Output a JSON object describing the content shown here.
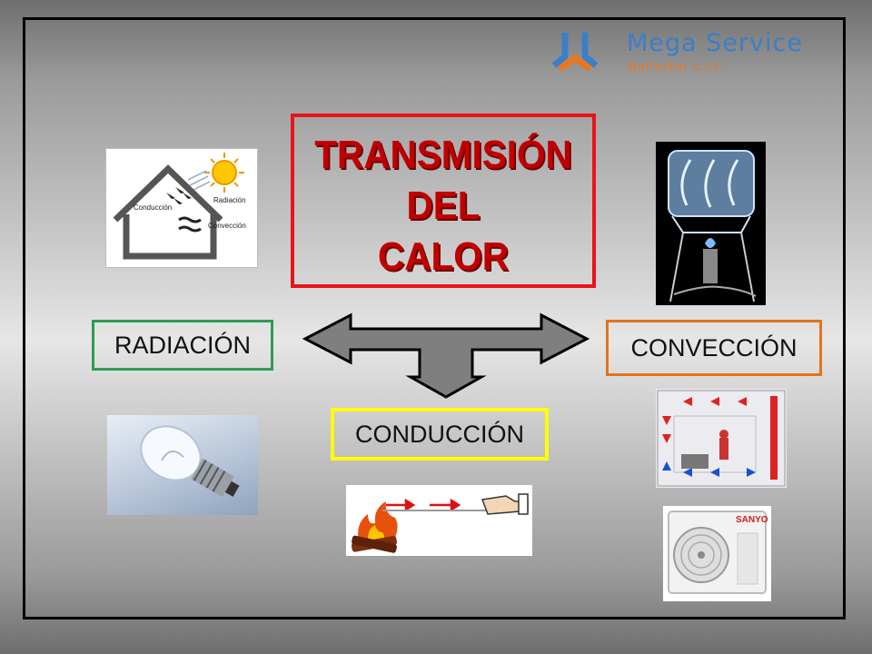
{
  "logo": {
    "name": "Mega Service",
    "sub": "Ballester s.r.l."
  },
  "title": {
    "line1": "TRANSMISIÓN",
    "line2": "DEL",
    "line3": "CALOR"
  },
  "modes": {
    "radiacion": "RADIACIÓN",
    "conveccion": "CONVECCIÓN",
    "conduccion": "CONDUCCIÓN"
  },
  "house_labels": {
    "radiacion": "Radiación",
    "conduccion": "Conducción",
    "conveccion": "Convección"
  },
  "ac_brand": "SANYO",
  "colors": {
    "title_text": "#c00000",
    "title_border": "#e8141c",
    "radiacion_border": "#2f9c52",
    "conveccion_border": "#e3741c",
    "conduccion_border": "#ffff00",
    "arrow": "#7f7f7f"
  }
}
